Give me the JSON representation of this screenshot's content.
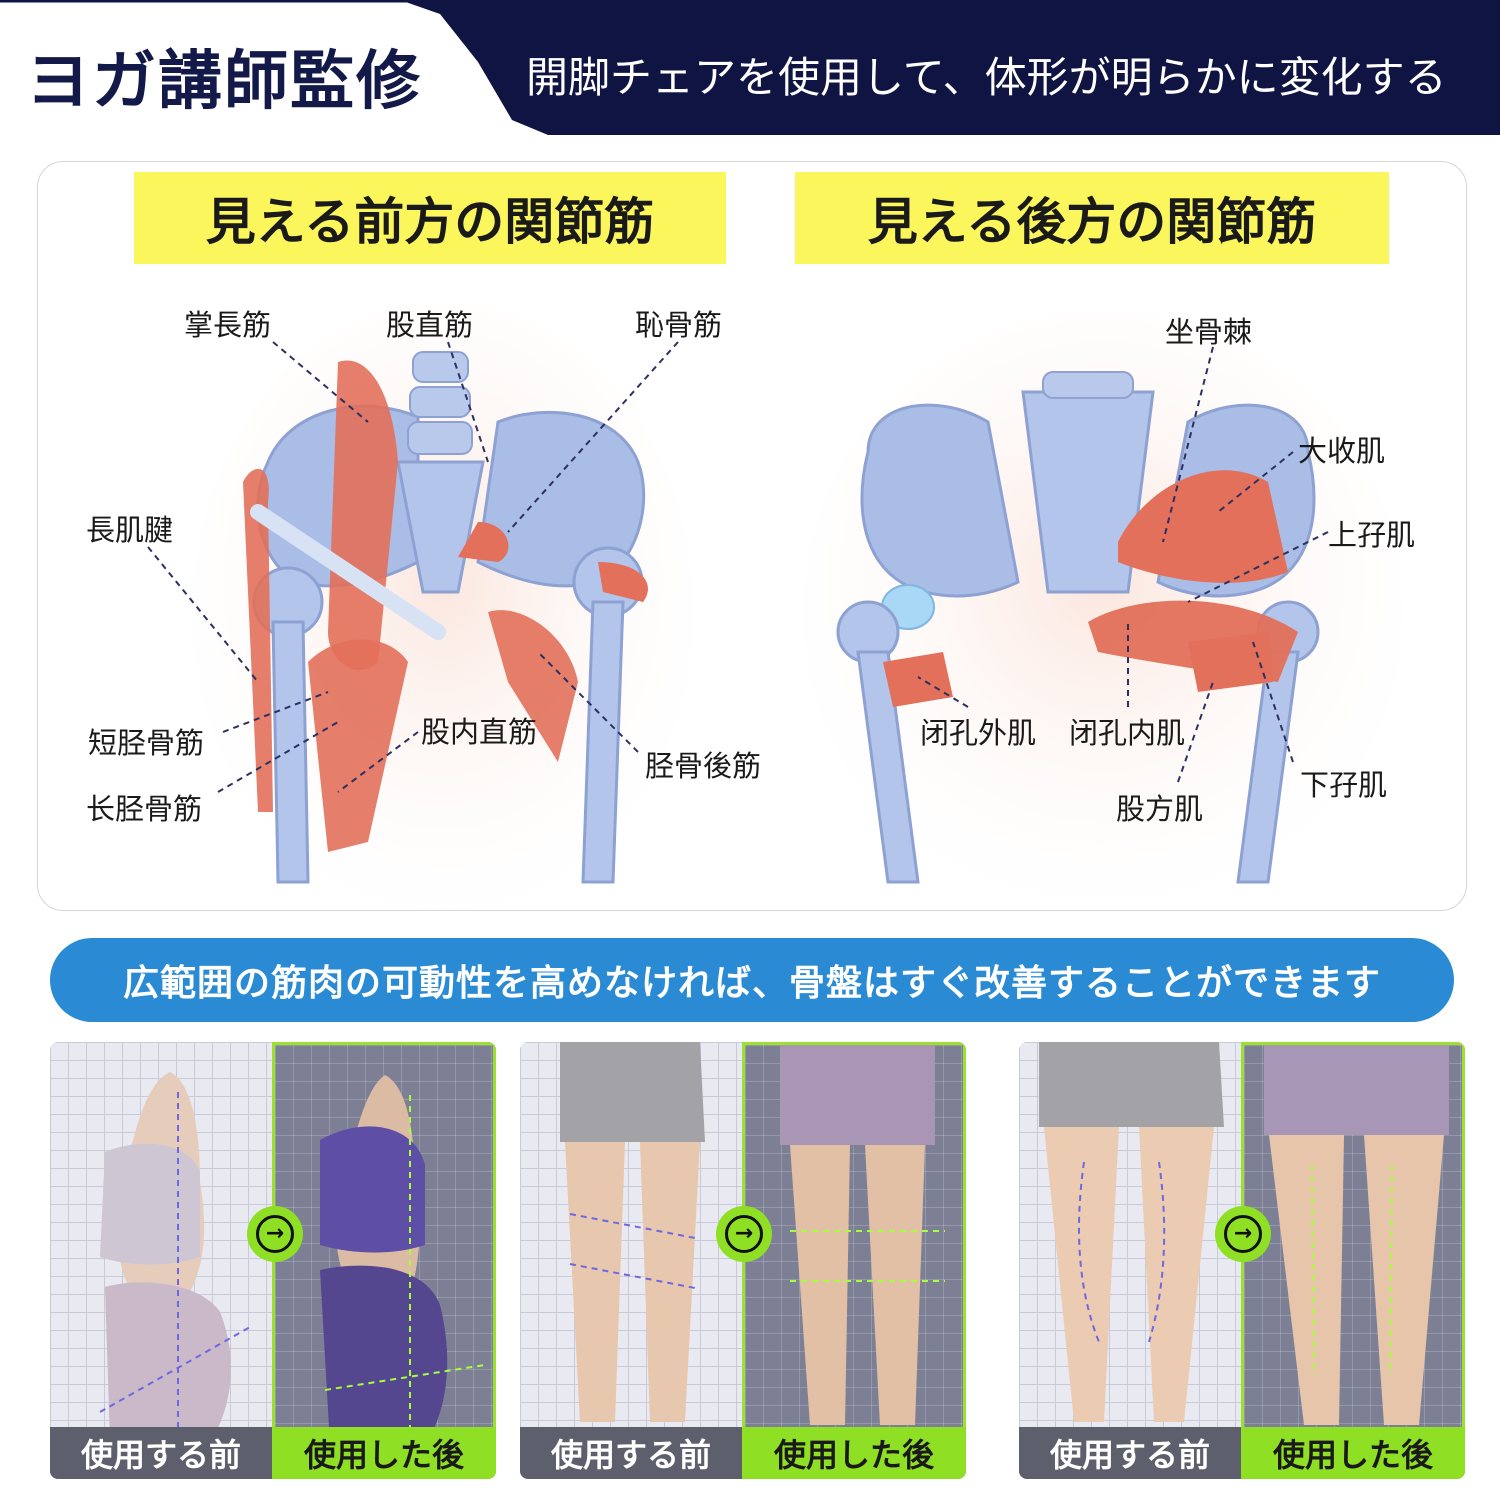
{
  "header": {
    "brand": "ヨガ講師監修",
    "tagline": "開脚チェアを使用して、体形が明らかに変化する",
    "colors": {
      "navy": "#0f1443",
      "brand_text": "#131a4a"
    }
  },
  "anatomy": {
    "front": {
      "title": "見える前方の関節筋",
      "labels": [
        "掌長筋",
        "股直筋",
        "恥骨筋",
        "長肌腱",
        "短胫骨筋",
        "长胫骨筋",
        "股内直筋",
        "胫骨後筋"
      ]
    },
    "back": {
      "title": "見える後方の関節筋",
      "labels": [
        "坐骨棘",
        "大收肌",
        "上孖肌",
        "闭孔外肌",
        "闭孔内肌",
        "下孖肌",
        "股方肌"
      ]
    },
    "colors": {
      "title_bg": "#fbf65c",
      "bone": "#a9bde6",
      "muscle": "#e2705a",
      "skin": "#f7cdbf"
    }
  },
  "banner": {
    "text": "広範囲の筋肉の可動性を高めなければ、骨盤はすぐ改善することができます",
    "color": "#2a8bd4"
  },
  "comparisons": [
    {
      "subject": "side posture",
      "before_label": "使用する前",
      "after_label": "使用した後",
      "arrow_icon": "arrow-right-circle-icon"
    },
    {
      "subject": "front legs",
      "before_label": "使用する前",
      "after_label": "使用した後",
      "arrow_icon": "arrow-right-circle-icon"
    },
    {
      "subject": "back legs",
      "before_label": "使用する前",
      "after_label": "使用した後",
      "arrow_icon": "arrow-right-circle-icon"
    }
  ],
  "accent_colors": {
    "after_green": "#8fdf24",
    "before_line": "#6f67e0",
    "after_line": "#a6ff3a"
  }
}
